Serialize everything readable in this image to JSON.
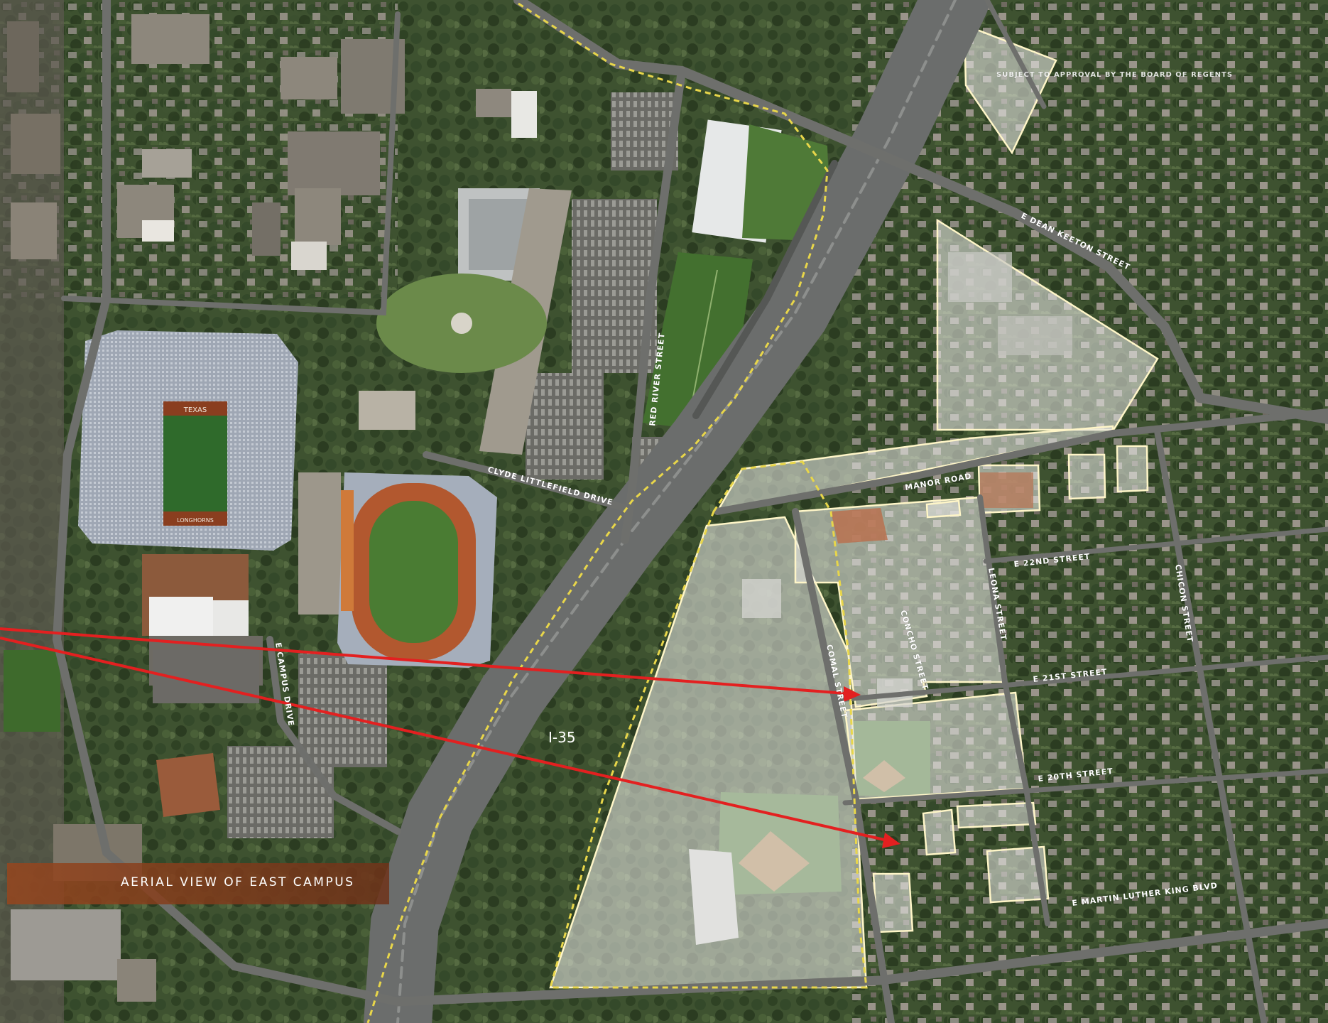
{
  "caption": "AERIAL VIEW OF EAST CAMPUS",
  "highway_label": "I-35",
  "streets": {
    "red_river": "RED RIVER STREET",
    "clyde": "CLYDE LITTLEFIELD DRIVE",
    "campus_drive": "E CAMPUS DRIVE",
    "dean_keeton": "E DEAN KEETON STREET",
    "manor": "MANOR ROAD",
    "e22": "E 22ND STREET",
    "e21": "E 21ST STREET",
    "e20": "E 20TH STREET",
    "comal": "COMAL STREET",
    "concho": "CONCHO STREET",
    "leona": "LEONA STREET",
    "chicon": "CHICON STREET",
    "mlk": "E MARTIN LUTHER KING BLVD"
  },
  "notes": {
    "regents": "SUBJECT TO APPROVAL BY THE BOARD OF REGENTS"
  },
  "stadium_labels": {
    "top": "TEXAS",
    "bottom": "LONGHORNS"
  },
  "colors": {
    "boundary": "#e8d64a",
    "arrow": "#e32020",
    "parcel_outline": "#fff6c8"
  }
}
